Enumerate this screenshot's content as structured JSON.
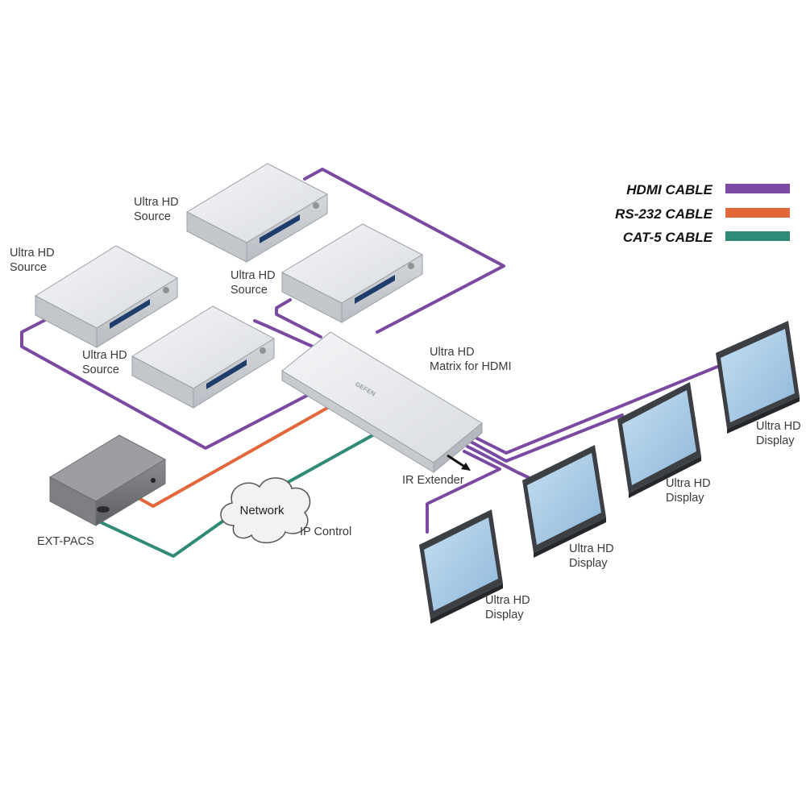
{
  "legend": {
    "hdmi_label": "HDMI CABLE",
    "rs232_label": "RS-232 CABLE",
    "cat5_label": "CAT-5 CABLE"
  },
  "colors": {
    "hdmi": "#7a4aa3",
    "rs232": "#e2673a",
    "cat5": "#2f8a78",
    "device_top": "#e8eaed",
    "device_front": "#cfd3d8",
    "screen": "#a9cbe6",
    "bezel": "#3c3f44"
  },
  "sources": [
    {
      "line1": "Ultra HD",
      "line2": "Source"
    },
    {
      "line1": "Ultra HD",
      "line2": "Source"
    },
    {
      "line1": "Ultra HD",
      "line2": "Source"
    },
    {
      "line1": "Ultra HD",
      "line2": "Source"
    }
  ],
  "matrix": {
    "line1": "Ultra HD",
    "line2": "Matrix for HDMI",
    "brand": "GEFEN"
  },
  "displays": [
    {
      "line1": "Ultra HD",
      "line2": "Display"
    },
    {
      "line1": "Ultra HD",
      "line2": "Display"
    },
    {
      "line1": "Ultra HD",
      "line2": "Display"
    },
    {
      "line1": "Ultra HD",
      "line2": "Display"
    }
  ],
  "ir_extender": "IR Extender",
  "ext_pacs": "EXT-PACS",
  "network": "Network",
  "ip_control": "IP Control"
}
